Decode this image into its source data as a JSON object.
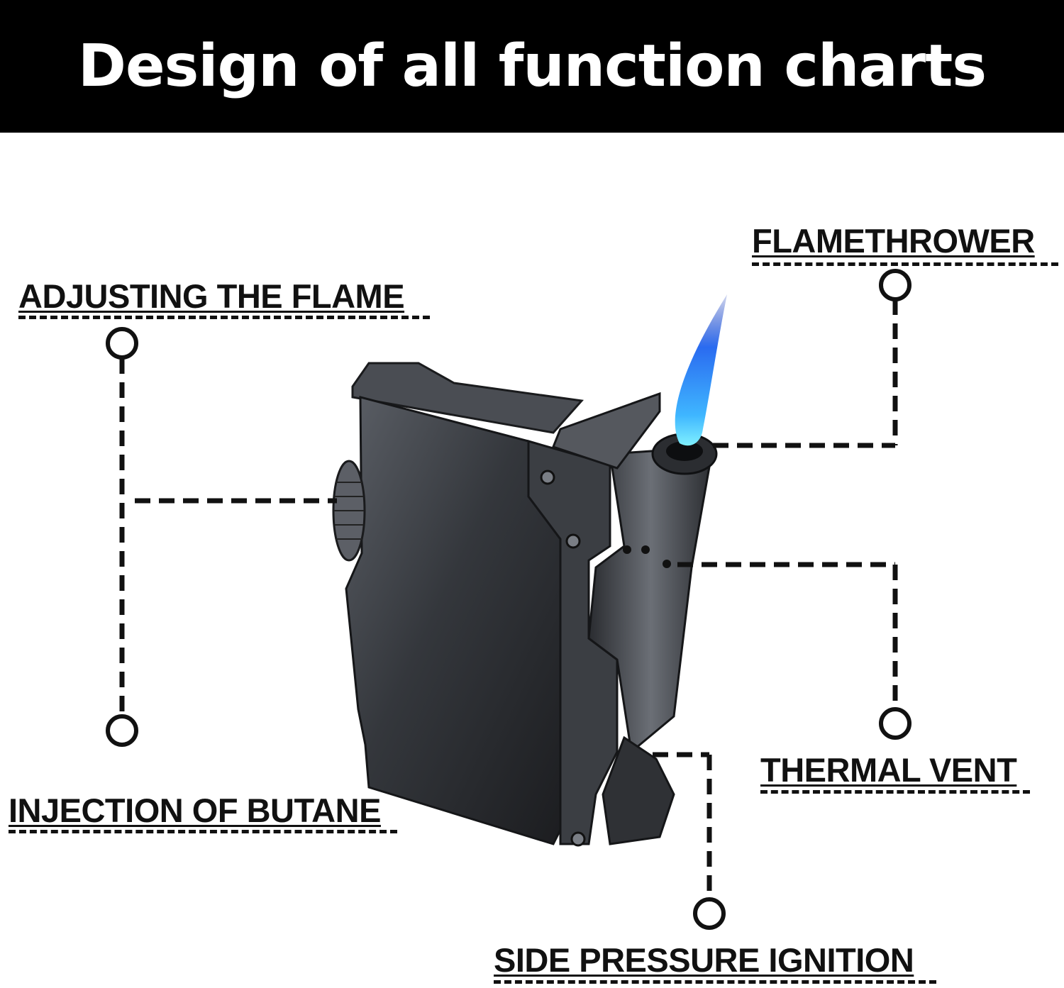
{
  "header": {
    "title": "Design of all function charts"
  },
  "labels": {
    "adjusting_flame": "ADJUSTING THE FLAME",
    "flamethrower": "FLAMETHROWER",
    "injection_butane": "INJECTION OF BUTANE",
    "thermal_vent": "THERMAL VENT",
    "side_pressure_ignition": "SIDE PRESSURE IGNITION"
  },
  "colors": {
    "header_bg": "#000000",
    "header_text": "#ffffff",
    "line": "#111111",
    "flame_blue": "#2f8cff",
    "lighter_body": "#3a3d42"
  }
}
